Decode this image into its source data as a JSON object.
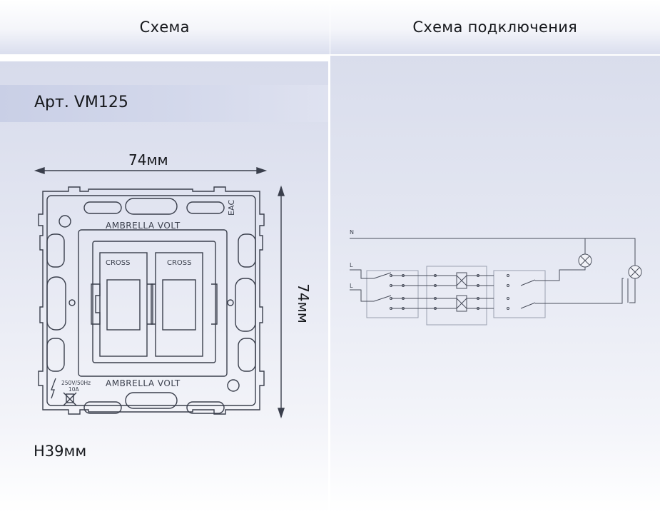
{
  "header": {
    "left_tab": "Схема",
    "right_tab": "Схема подключения"
  },
  "product": {
    "article": "Арт. VM125",
    "width_label": "74мм",
    "height_label": "74мм",
    "depth_label": "H39мм"
  },
  "device_markings": {
    "brand_top": "AMBRELLA VOLT",
    "brand_bottom": "AMBRELLA VOLT",
    "key_left": "CROSS",
    "key_right": "CROSS",
    "rating_line1": "250V/50Hz",
    "rating_line2": "10A",
    "cert_mark": "ЕАС"
  },
  "wiring": {
    "neutral_label": "N",
    "line_label_1": "L",
    "line_label_2": "L"
  },
  "colors": {
    "line": "#3a3f4c",
    "accent_band": "#c9cfe6"
  }
}
